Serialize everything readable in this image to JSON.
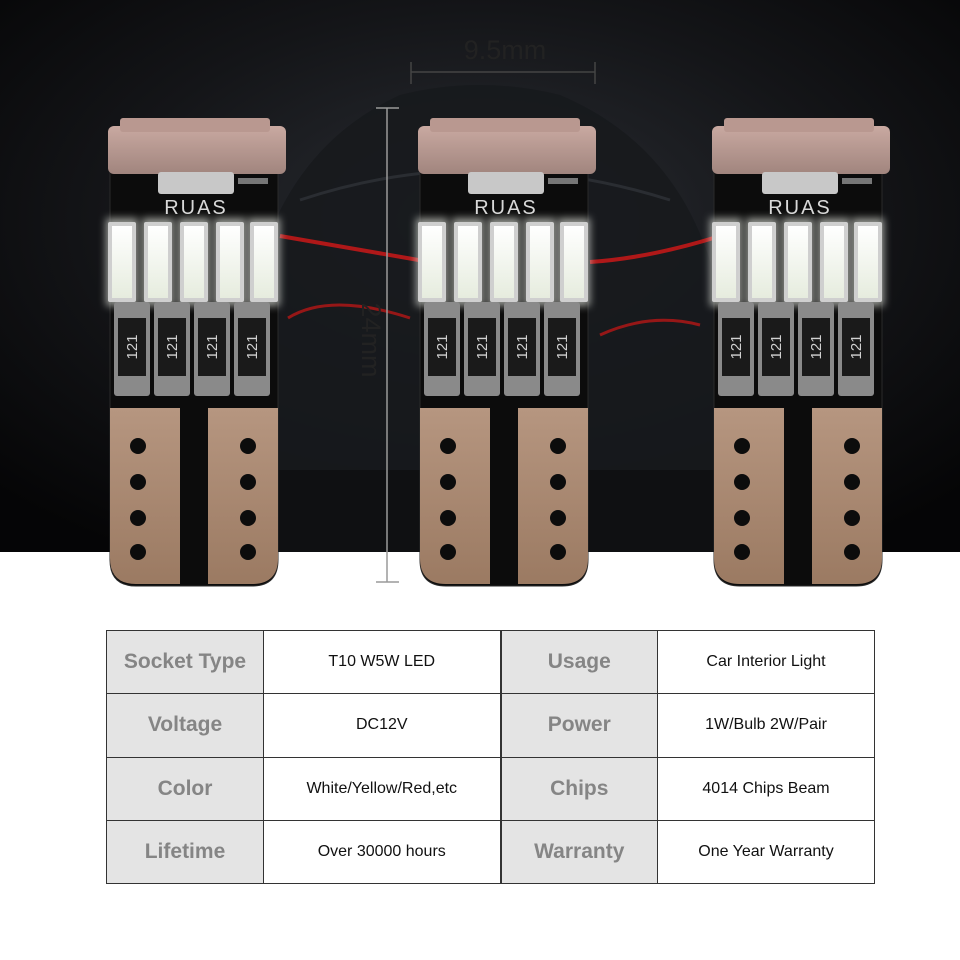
{
  "dimensions": {
    "width": "9.5mm",
    "height": "24mm"
  },
  "bulb": {
    "brand_text": "RUAS",
    "resistor_code": "121",
    "count": 3
  },
  "colors": {
    "background_dark": "#0b0b0d",
    "pcb": "#0c0c0c",
    "led_glow": "#f3f6ee",
    "pads": "#a7876e",
    "tail_light": "#c01818",
    "table_key_bg": "#e4e4e4",
    "table_key_text": "#858585"
  },
  "specs": [
    {
      "left_key": "Socket Type",
      "left_value": "T10 W5W LED",
      "right_key": "Usage",
      "right_value": "Car Interior Light"
    },
    {
      "left_key": "Voltage",
      "left_value": "DC12V",
      "right_key": "Power",
      "right_value": "1W/Bulb 2W/Pair"
    },
    {
      "left_key": "Color",
      "left_value": "White/Yellow/Red,etc",
      "right_key": "Chips",
      "right_value": "4014 Chips Beam"
    },
    {
      "left_key": "Lifetime",
      "left_value": "Over 30000 hours",
      "right_key": "Warranty",
      "right_value": "One Year Warranty"
    }
  ]
}
